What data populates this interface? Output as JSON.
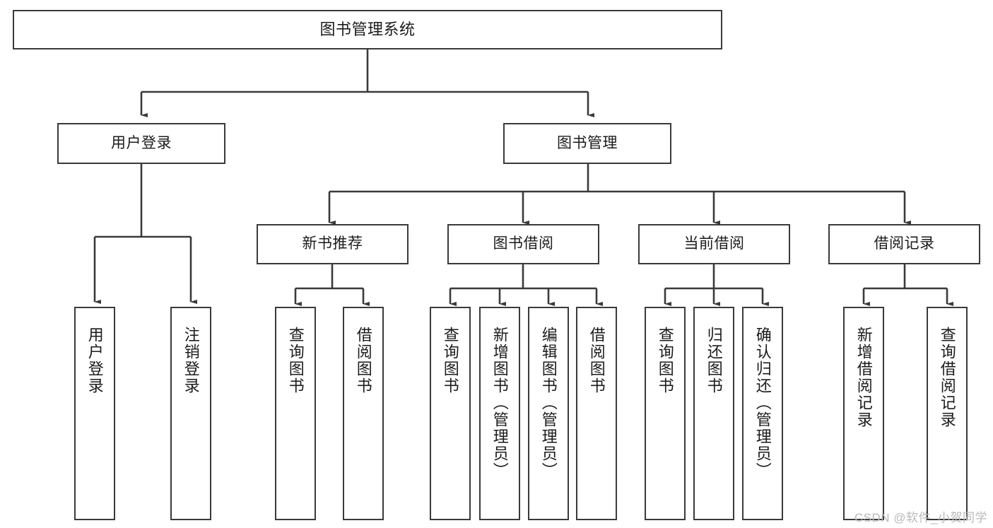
{
  "diagram": {
    "title": "图书管理系统",
    "type": "hierarchy-tree",
    "root": {
      "label": "图书管理系统"
    },
    "level2": [
      {
        "label": "用户登录"
      },
      {
        "label": "图书管理"
      }
    ],
    "level3": [
      {
        "label": "新书推荐"
      },
      {
        "label": "图书借阅"
      },
      {
        "label": "当前借阅"
      },
      {
        "label": "借阅记录"
      }
    ],
    "leaves": {
      "user_login": [
        {
          "label": "用户登录"
        },
        {
          "label": "注销登录"
        }
      ],
      "new_book_recommend": [
        {
          "label": "查询图书"
        },
        {
          "label": "借阅图书"
        }
      ],
      "book_borrow": [
        {
          "label": "查询图书"
        },
        {
          "label": "新增图书（管理员）"
        },
        {
          "label": "编辑图书（管理员）"
        },
        {
          "label": "借阅图书"
        }
      ],
      "current_borrow": [
        {
          "label": "查询图书"
        },
        {
          "label": "归还图书"
        },
        {
          "label": "确认归还（管理员）"
        }
      ],
      "borrow_record": [
        {
          "label": "新增借阅记录"
        },
        {
          "label": "查询借阅记录"
        }
      ]
    }
  },
  "watermark": {
    "text": "CSDN @软件_小贺同学"
  },
  "colors": {
    "border": "#3a3a3a",
    "text": "#1b1b1b",
    "background": "#ffffff",
    "watermark": "#b9b9b9"
  }
}
